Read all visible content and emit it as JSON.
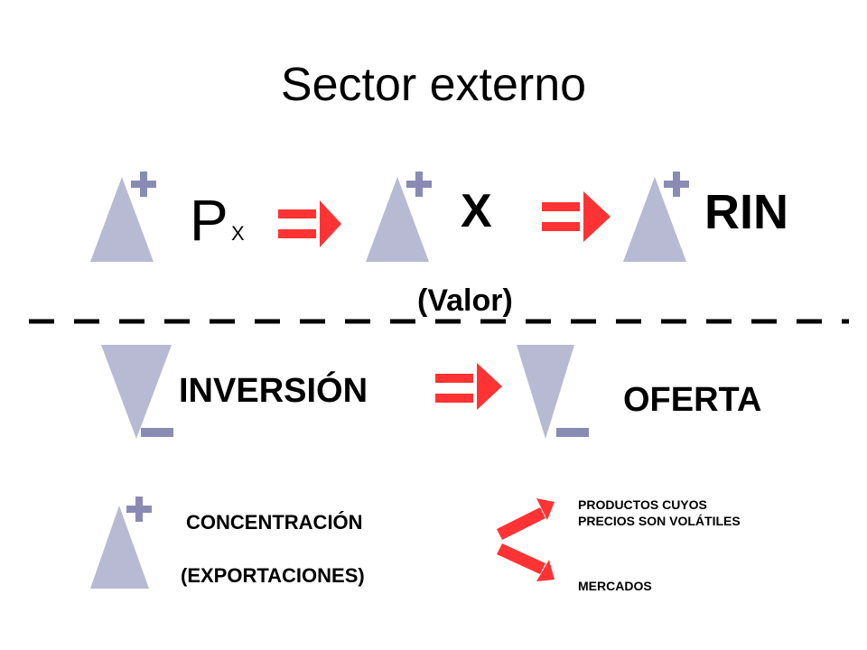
{
  "title": "Sector externo",
  "price_symbol": "P",
  "price_subscript": "X",
  "exports_symbol": "X",
  "exports_note": "(Valor)",
  "reserves_label": "RIN",
  "investment_label": "INVERSIÓN",
  "supply_label": "OFERTA",
  "concentration_line1": "CONCENTRACIÓN",
  "concentration_line2": "(EXPORTACIONES)",
  "consequences": [
    "PRODUCTOS CUYOS\nPRECIOS SON VOLÁTILES",
    "MERCADOS"
  ],
  "colors": {
    "triangle": "#b8b9d3",
    "sign": "#8a8bb4",
    "arrow": "#ff3333",
    "dash": "#000000"
  },
  "icons": [
    "increase-triangle-icon",
    "decrease-triangle-icon",
    "plus-icon",
    "minus-icon",
    "implies-arrow-icon",
    "red-arrow-icon"
  ]
}
